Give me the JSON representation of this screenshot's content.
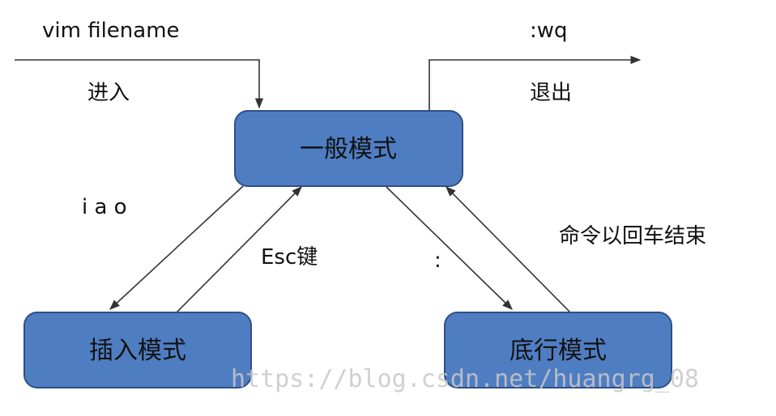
{
  "modes": {
    "normal": "一般模式",
    "insert": "插入模式",
    "command": "底行模式"
  },
  "labels": {
    "start_command": "vim filename",
    "enter": "进入",
    "save_quit_command": ":wq",
    "exit": "退出",
    "insert_keys": "i a o",
    "esc_key": "Esc键",
    "colon_key": ":",
    "command_end": "命令以回车结束"
  },
  "watermark": "https://blog.csdn.net/huangrg_08",
  "colors": {
    "box_fill": "#4f7dc2",
    "box_stroke": "#2e4f86",
    "arrow": "#333333"
  }
}
